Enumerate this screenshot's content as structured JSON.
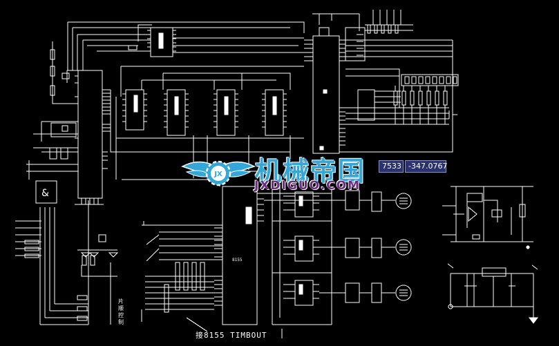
{
  "drawing": {
    "caption": "接8155 TIMBOUT",
    "chip_label_8155": "8155",
    "gate_symbol": "&",
    "vertical_label": "片顺控制"
  },
  "coordinates": {
    "x": "7533",
    "y": "-347.0767"
  },
  "watermark": {
    "cn": "机械帝国",
    "en": "JXDIGUO.COM",
    "badge": "JX"
  },
  "colors": {
    "background": "#000000",
    "line": "#ffffff",
    "watermark_blue": "#35a6d8",
    "watermark_purple": "#6b2c84"
  }
}
